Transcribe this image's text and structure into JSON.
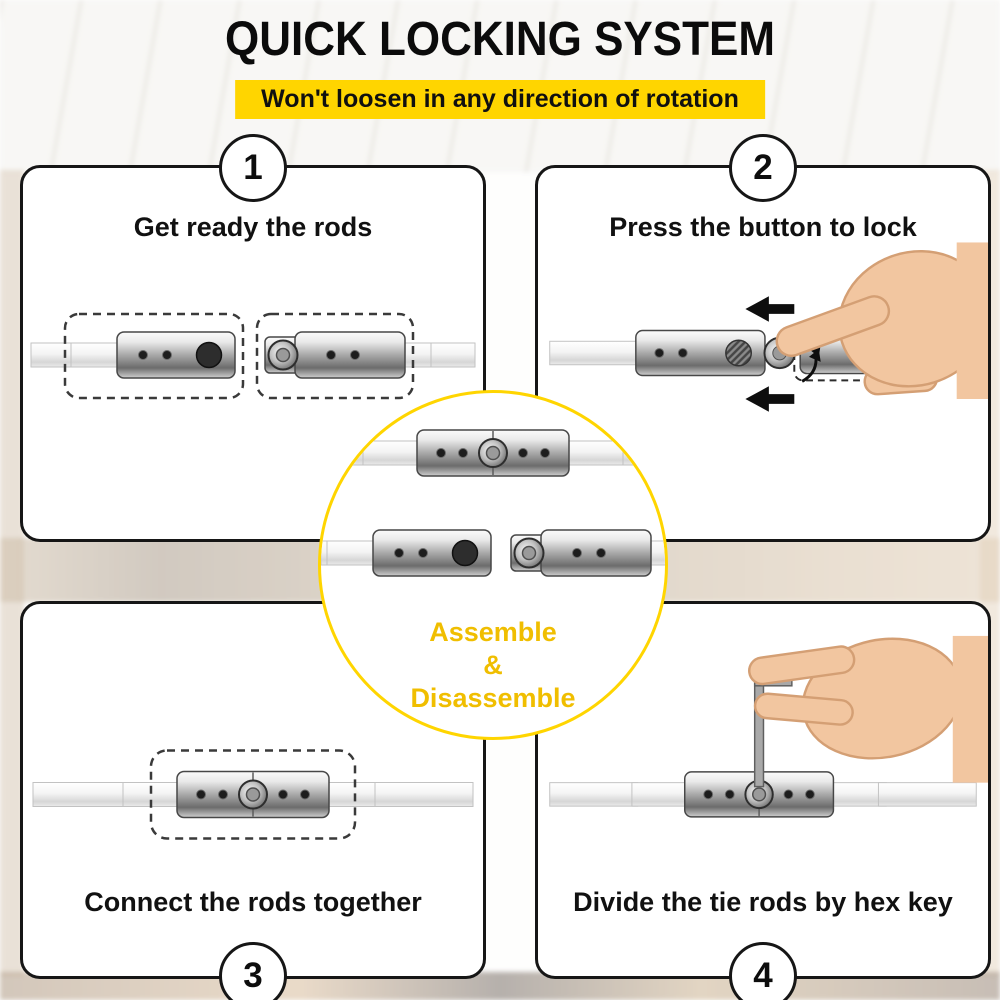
{
  "header": {
    "title": "QUICK LOCKING SYSTEM",
    "subtitle": "Won't loosen in any direction of rotation"
  },
  "panels": [
    {
      "number": "1",
      "caption": "Get ready the rods"
    },
    {
      "number": "2",
      "caption": "Press the button to lock"
    },
    {
      "number": "3",
      "caption": "Connect the rods together"
    },
    {
      "number": "4",
      "caption": "Divide the tie rods by hex key"
    }
  ],
  "center_badge": {
    "line1": "Assemble",
    "line2": "&",
    "line3": "Disassemble"
  },
  "icons": {
    "hand": "hand-icon",
    "hex_key": "hex-key-icon",
    "arrows": "push-direction-arrows"
  },
  "colors": {
    "accent_yellow": "#FFD500",
    "gold_text": "#F0BE00",
    "text_black": "#111111"
  }
}
